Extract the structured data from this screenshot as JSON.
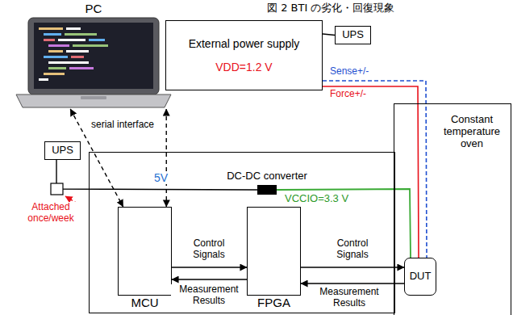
{
  "diagram": {
    "title": "図 2 BTI の劣化・回復現象",
    "nodes": [
      {
        "text": [
          "PC"
        ]
      },
      {
        "text": [
          "External power supply",
          "VDD=1.2 V"
        ]
      },
      {
        "text": [
          "UPS"
        ]
      },
      {
        "text": [
          "UPS"
        ]
      },
      {
        "text": []
      },
      {
        "text": [
          "DC-DC converter"
        ],
        "in": 4
      },
      {
        "text": [
          "MCU"
        ],
        "in": 4
      },
      {
        "text": [
          "FPGA"
        ],
        "in": 4
      },
      {
        "text": [
          "Constant temperature oven"
        ]
      },
      {
        "text": [
          "DUT"
        ],
        "in": 8
      }
    ],
    "edges": [
      {
        "from": 0,
        "to": 6,
        "arrow": "both"
      },
      {
        "from": 0,
        "to": 6,
        "arrow": "both"
      },
      {
        "from": 1,
        "to": 2,
        "arrow": "none"
      },
      {
        "from": 3,
        "to": 5,
        "label": "5V",
        "arrow": "none"
      },
      {
        "from": 5,
        "to": 9,
        "label": "VCCIO=3.3 V",
        "arrow": "none"
      },
      {
        "from": 1,
        "to": 9,
        "label": "Sense+/-",
        "arrow": "none"
      },
      {
        "from": 1,
        "to": 9,
        "label": "Force+/-",
        "arrow": "none"
      },
      {
        "from": 6,
        "to": 7,
        "label": "Control Signals",
        "arrow": "to"
      },
      {
        "from": 7,
        "to": 6,
        "label": "Measurement Results",
        "arrow": "to"
      },
      {
        "from": 7,
        "to": 9,
        "label": "Control Signals",
        "arrow": "to"
      },
      {
        "from": 9,
        "to": 7,
        "label": "Measurement Results",
        "arrow": "to"
      }
    ],
    "labels": [
      "serial interface",
      "Attached once/week"
    ]
  }
}
